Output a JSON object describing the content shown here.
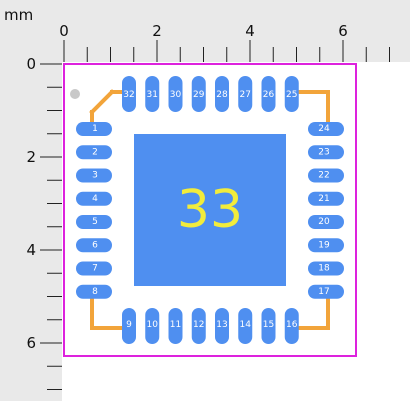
{
  "ruler": {
    "unit": "mm",
    "top_ticks": [
      {
        "label": "0",
        "mm": 0
      },
      {
        "label": "2",
        "mm": 2
      },
      {
        "label": "4",
        "mm": 4
      },
      {
        "label": "6",
        "mm": 6
      }
    ],
    "left_ticks": [
      {
        "label": "0",
        "mm": 0
      },
      {
        "label": "2",
        "mm": 2
      },
      {
        "label": "4",
        "mm": 4
      },
      {
        "label": "6",
        "mm": 6
      }
    ]
  },
  "footprint": {
    "center_pad_label": "33",
    "left_pins": [
      "1",
      "2",
      "3",
      "4",
      "5",
      "6",
      "7",
      "8"
    ],
    "bottom_pins": [
      "9",
      "10",
      "11",
      "12",
      "13",
      "14",
      "15",
      "16"
    ],
    "right_pins": [
      "17",
      "18",
      "19",
      "20",
      "21",
      "22",
      "23",
      "24"
    ],
    "top_pins": [
      "25",
      "26",
      "27",
      "28",
      "29",
      "30",
      "31",
      "32"
    ]
  },
  "colors": {
    "ruler_bg": "#e9e9e9",
    "ruler_text": "#111111",
    "board_outline": "#dd22dd",
    "silkscreen": "#f2a43a",
    "pad": "#4f8ff0",
    "center_label": "#f2ec3c",
    "pin_text": "#ffffff",
    "pin1_marker": "#c8c8c8"
  }
}
